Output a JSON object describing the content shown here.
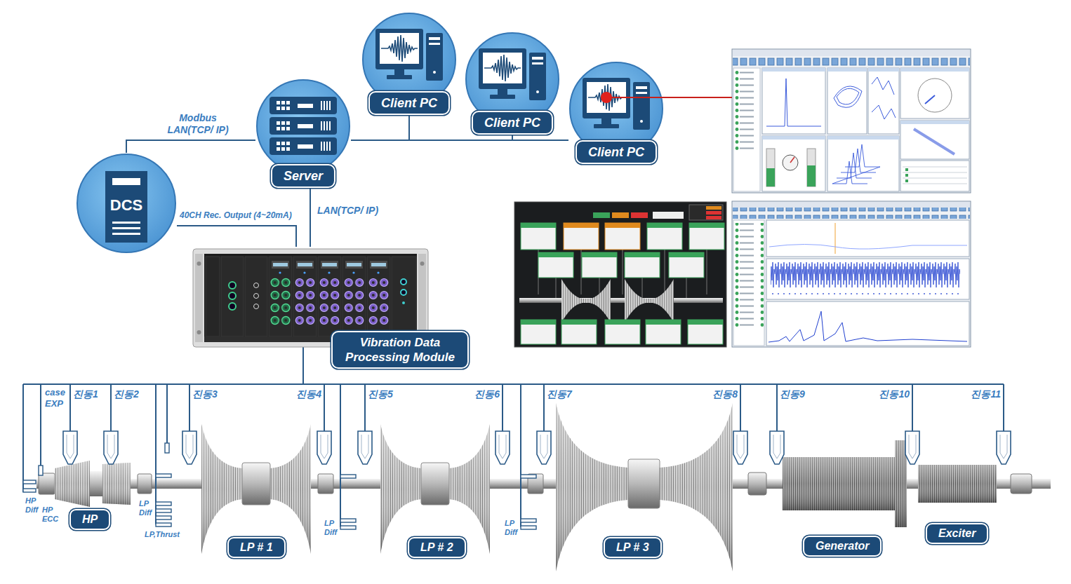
{
  "diagram": {
    "nodes": [
      {
        "text": [
          "Client PC"
        ]
      },
      {
        "text": [
          "Client PC"
        ]
      },
      {
        "text": [
          "Client PC"
        ]
      },
      {
        "text": [
          "Server"
        ]
      },
      {
        "text": [
          "DCS"
        ]
      },
      {
        "text": [
          "Vibration Data Processing Module"
        ]
      },
      {
        "text": [
          "HP"
        ]
      },
      {
        "text": [
          "LP # 1"
        ]
      },
      {
        "text": [
          "LP # 2"
        ]
      },
      {
        "text": [
          "LP # 3"
        ]
      },
      {
        "text": [
          "Generator"
        ]
      },
      {
        "text": [
          "Exciter"
        ]
      }
    ],
    "edges": [
      {
        "from": 3,
        "to": 4,
        "label": "Modbus LAN(TCP/ IP)",
        "arrow": "none"
      },
      {
        "from": 3,
        "to": 0,
        "arrow": "none"
      },
      {
        "from": 3,
        "to": 1,
        "arrow": "none"
      },
      {
        "from": 3,
        "to": 2,
        "arrow": "none"
      },
      {
        "from": 4,
        "to": 5,
        "label": "40CH Rec. Output (4~20mA)",
        "arrow": "none"
      },
      {
        "from": 3,
        "to": 5,
        "label": "LAN(TCP/ IP)",
        "arrow": "none"
      }
    ],
    "labels": [
      "case EXP",
      "진동1",
      "진동2",
      "진동3",
      "진동4",
      "진동5",
      "진동6",
      "진동7",
      "진동8",
      "진동9",
      "진동10",
      "진동11",
      "HP Diff",
      "HP ECC",
      "LP Diff",
      "LP,Thrust",
      "LP Diff",
      "LP Diff"
    ]
  }
}
